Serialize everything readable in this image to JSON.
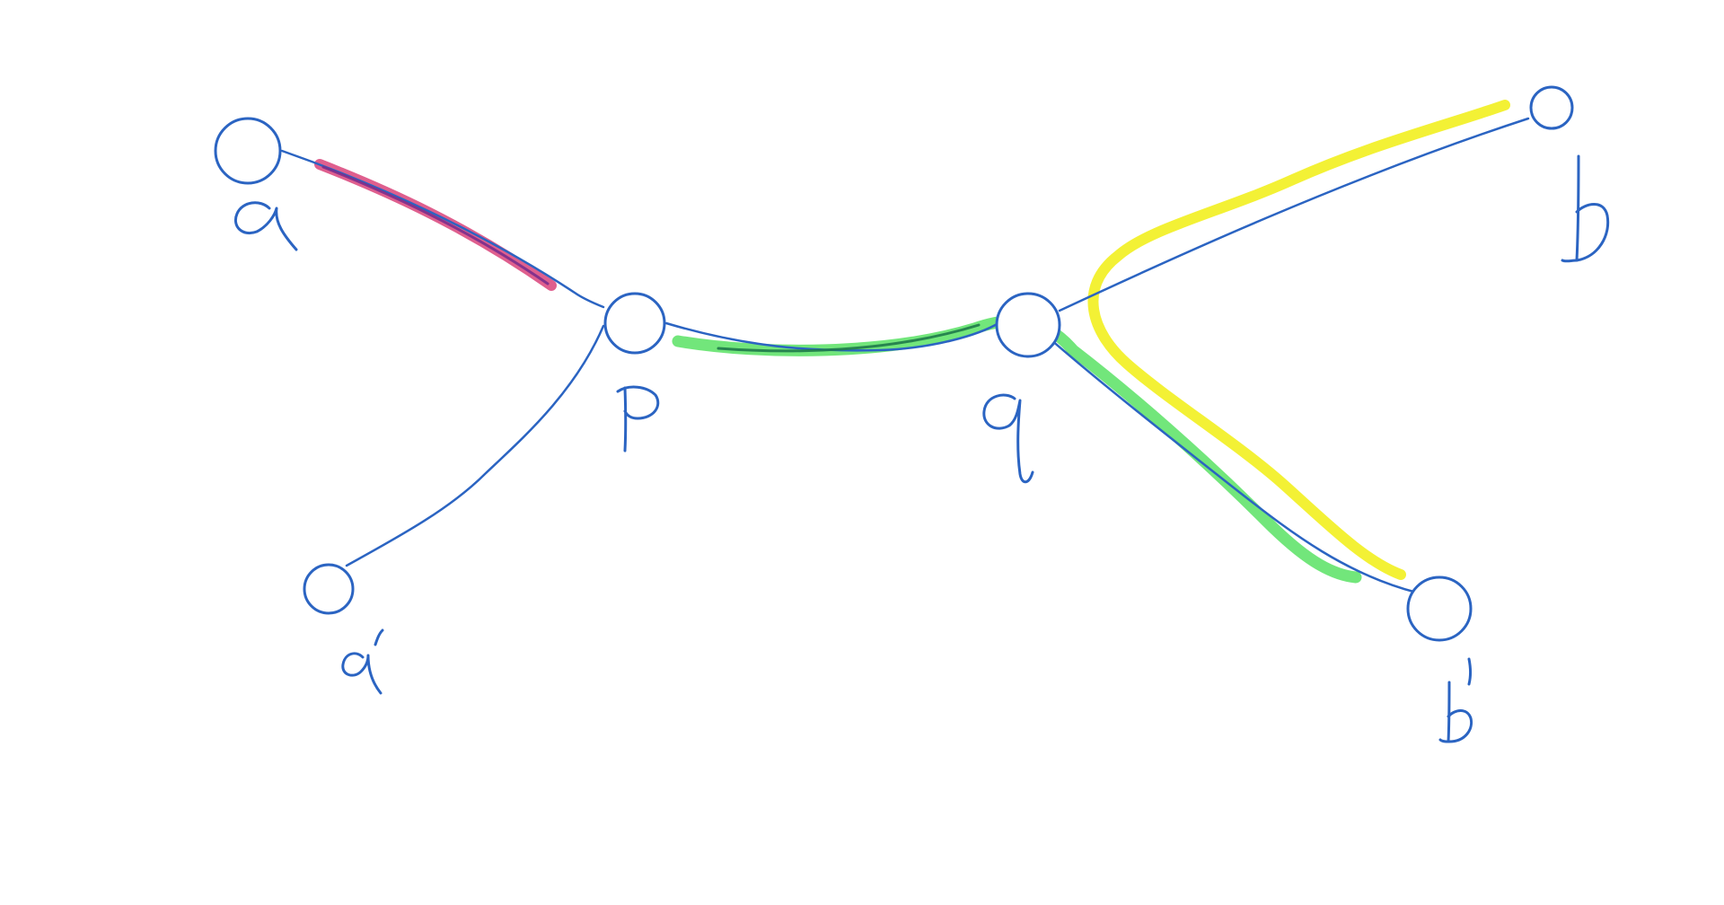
{
  "colors": {
    "ink": "#2b64c2",
    "highlight_pink": "#d9437a",
    "highlight_green": "#4fe05a",
    "highlight_yellow": "#f2ef1f",
    "background": "#ffffff"
  },
  "nodes": [
    {
      "id": "a",
      "label": "a"
    },
    {
      "id": "a_prime",
      "label": "a′"
    },
    {
      "id": "p",
      "label": "p"
    },
    {
      "id": "q",
      "label": "q"
    },
    {
      "id": "b",
      "label": "b"
    },
    {
      "id": "b_prime",
      "label": "b′"
    }
  ],
  "edges": [
    {
      "from": "a",
      "to": "p"
    },
    {
      "from": "a_prime",
      "to": "p"
    },
    {
      "from": "p",
      "to": "q"
    },
    {
      "from": "q",
      "to": "b"
    },
    {
      "from": "q",
      "to": "b_prime"
    }
  ],
  "highlights": [
    {
      "color": "pink",
      "path": [
        "a",
        "p"
      ]
    },
    {
      "color": "green",
      "path": [
        "p",
        "q",
        "b_prime"
      ]
    },
    {
      "color": "yellow",
      "path": [
        "b",
        "q",
        "b_prime"
      ]
    }
  ]
}
